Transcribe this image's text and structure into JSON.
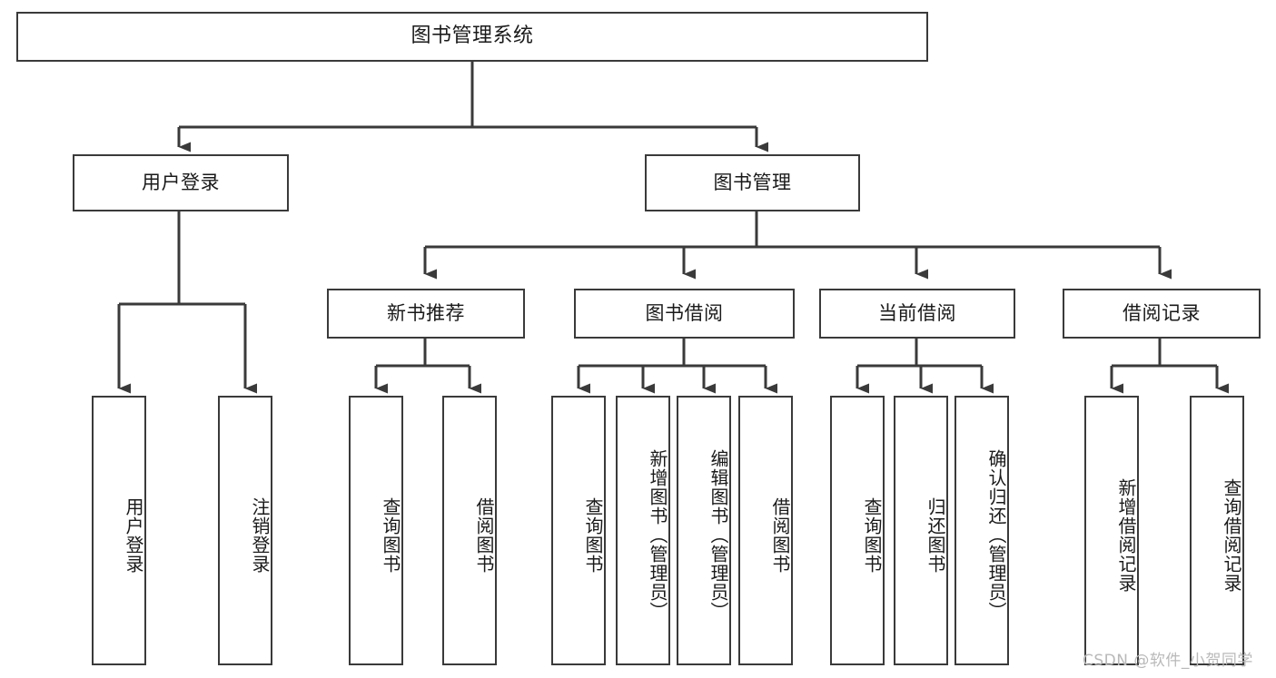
{
  "diagram": {
    "type": "tree-hierarchy",
    "title": "图书管理系统",
    "watermark": "CSDN @软件_小贺同学",
    "colors": {
      "box_border": "#3a3a3a",
      "box_fill": "#ffffff",
      "connector": "#3a3a3a",
      "text": "#1a1a1a",
      "watermark": "#b9b9b9",
      "background": "#ffffff"
    },
    "nodes": {
      "root": {
        "id": "root",
        "label": "图书管理系统",
        "level": 0,
        "orientation": "horizontal"
      },
      "level1": [
        {
          "id": "user-login",
          "label": "用户登录",
          "level": 1,
          "orientation": "horizontal"
        },
        {
          "id": "book-management",
          "label": "图书管理",
          "level": 1,
          "orientation": "horizontal"
        }
      ],
      "level2": [
        {
          "id": "new-book-recommend",
          "label": "新书推荐",
          "level": 2,
          "orientation": "horizontal",
          "parent": "book-management"
        },
        {
          "id": "book-borrow",
          "label": "图书借阅",
          "level": 2,
          "orientation": "horizontal",
          "parent": "book-management"
        },
        {
          "id": "current-borrow",
          "label": "当前借阅",
          "level": 2,
          "orientation": "horizontal",
          "parent": "book-management"
        },
        {
          "id": "borrow-record",
          "label": "借阅记录",
          "level": 2,
          "orientation": "horizontal",
          "parent": "book-management"
        }
      ],
      "leaves": [
        {
          "id": "leaf-user-login",
          "label": "用户登录",
          "parent": "user-login",
          "orientation": "vertical"
        },
        {
          "id": "leaf-logout-login",
          "label": "注销登录",
          "parent": "user-login",
          "orientation": "vertical"
        },
        {
          "id": "leaf-query-book-1",
          "label": "查询图书",
          "parent": "new-book-recommend",
          "orientation": "vertical"
        },
        {
          "id": "leaf-borrow-book-1",
          "label": "借阅图书",
          "parent": "new-book-recommend",
          "orientation": "vertical"
        },
        {
          "id": "leaf-query-book-2",
          "label": "查询图书",
          "parent": "book-borrow",
          "orientation": "vertical"
        },
        {
          "id": "leaf-add-book-admin",
          "label": "新增图书（管理员）",
          "parent": "book-borrow",
          "orientation": "vertical"
        },
        {
          "id": "leaf-edit-book-admin",
          "label": "编辑图书（管理员）",
          "parent": "book-borrow",
          "orientation": "vertical"
        },
        {
          "id": "leaf-borrow-book-2",
          "label": "借阅图书",
          "parent": "book-borrow",
          "orientation": "vertical"
        },
        {
          "id": "leaf-query-book-3",
          "label": "查询图书",
          "parent": "current-borrow",
          "orientation": "vertical"
        },
        {
          "id": "leaf-return-book",
          "label": "归还图书",
          "parent": "current-borrow",
          "orientation": "vertical"
        },
        {
          "id": "leaf-confirm-return-admin",
          "label": "确认归还（管理员）",
          "parent": "current-borrow",
          "orientation": "vertical"
        },
        {
          "id": "leaf-add-borrow-record",
          "label": "新增借阅记录",
          "parent": "borrow-record",
          "orientation": "vertical"
        },
        {
          "id": "leaf-query-borrow-record",
          "label": "查询借阅记录",
          "parent": "borrow-record",
          "orientation": "vertical"
        }
      ]
    }
  }
}
